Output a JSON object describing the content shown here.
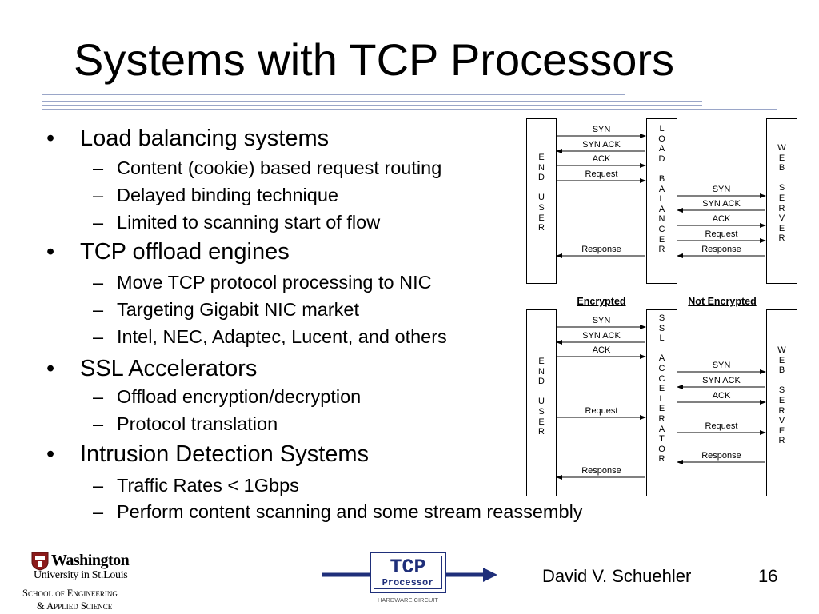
{
  "slide": {
    "title": "Systems with TCP Processors",
    "bullets": [
      {
        "text": "Load balancing systems",
        "subs": [
          "Content (cookie) based request routing",
          "Delayed binding technique",
          "Limited to scanning start of flow"
        ]
      },
      {
        "text": "TCP offload engines",
        "subs": [
          "Move TCP protocol processing to NIC",
          "Targeting Gigabit NIC market",
          "Intel, NEC, Adaptec, Lucent, and others"
        ]
      },
      {
        "text": "SSL Accelerators",
        "subs": [
          "Offload encryption/decryption",
          "Protocol translation"
        ]
      },
      {
        "text": "Intrusion Detection Systems",
        "subs": [
          "Traffic Rates < 1Gbps",
          "Perform content scanning and some stream reassembly"
        ]
      }
    ],
    "bullet_glyph": "•",
    "sub_glyph": "–"
  },
  "diagram1": {
    "end_user": [
      "E",
      "N",
      "D",
      "",
      "U",
      "S",
      "E",
      "R"
    ],
    "middle": [
      "L",
      "O",
      "A",
      "D",
      "",
      "B",
      "A",
      "L",
      "A",
      "N",
      "C",
      "E",
      "R"
    ],
    "web_server": [
      "W",
      "E",
      "B",
      "",
      "S",
      "E",
      "R",
      "V",
      "E",
      "R"
    ],
    "left_msgs": [
      "SYN",
      "SYN ACK",
      "ACK",
      "Request",
      "Response"
    ],
    "right_msgs": [
      "SYN",
      "SYN ACK",
      "ACK",
      "Request",
      "Response"
    ]
  },
  "diagram2": {
    "encrypted_label": "Encrypted",
    "not_encrypted_label": "Not Encrypted",
    "end_user": [
      "E",
      "N",
      "D",
      "",
      "U",
      "S",
      "E",
      "R"
    ],
    "middle": [
      "S",
      "S",
      "L",
      "",
      "A",
      "C",
      "C",
      "E",
      "L",
      "E",
      "R",
      "A",
      "T",
      "O",
      "R"
    ],
    "web_server": [
      "W",
      "E",
      "B",
      "",
      "S",
      "E",
      "R",
      "V",
      "E",
      "R"
    ],
    "left_msgs": [
      "SYN",
      "SYN ACK",
      "ACK",
      "Request",
      "Response"
    ],
    "right_msgs": [
      "SYN",
      "SYN ACK",
      "ACK",
      "Request",
      "Response"
    ]
  },
  "footer": {
    "author": "David V. Schuehler",
    "page_number": "16",
    "logo_line1": "Washington",
    "logo_line2": "University in St.Louis",
    "logo_line3": "School of Engineering",
    "logo_line4": "& Applied Science",
    "tcp_logo_main": "TCP",
    "tcp_logo_sub": "Processor",
    "tcp_logo_caption": "HARDWARE CIRCUIT"
  },
  "colors": {
    "rule": "#9aa6c8",
    "logo_blue": "#1f2f7a",
    "seal_red": "#8b1a1a"
  }
}
